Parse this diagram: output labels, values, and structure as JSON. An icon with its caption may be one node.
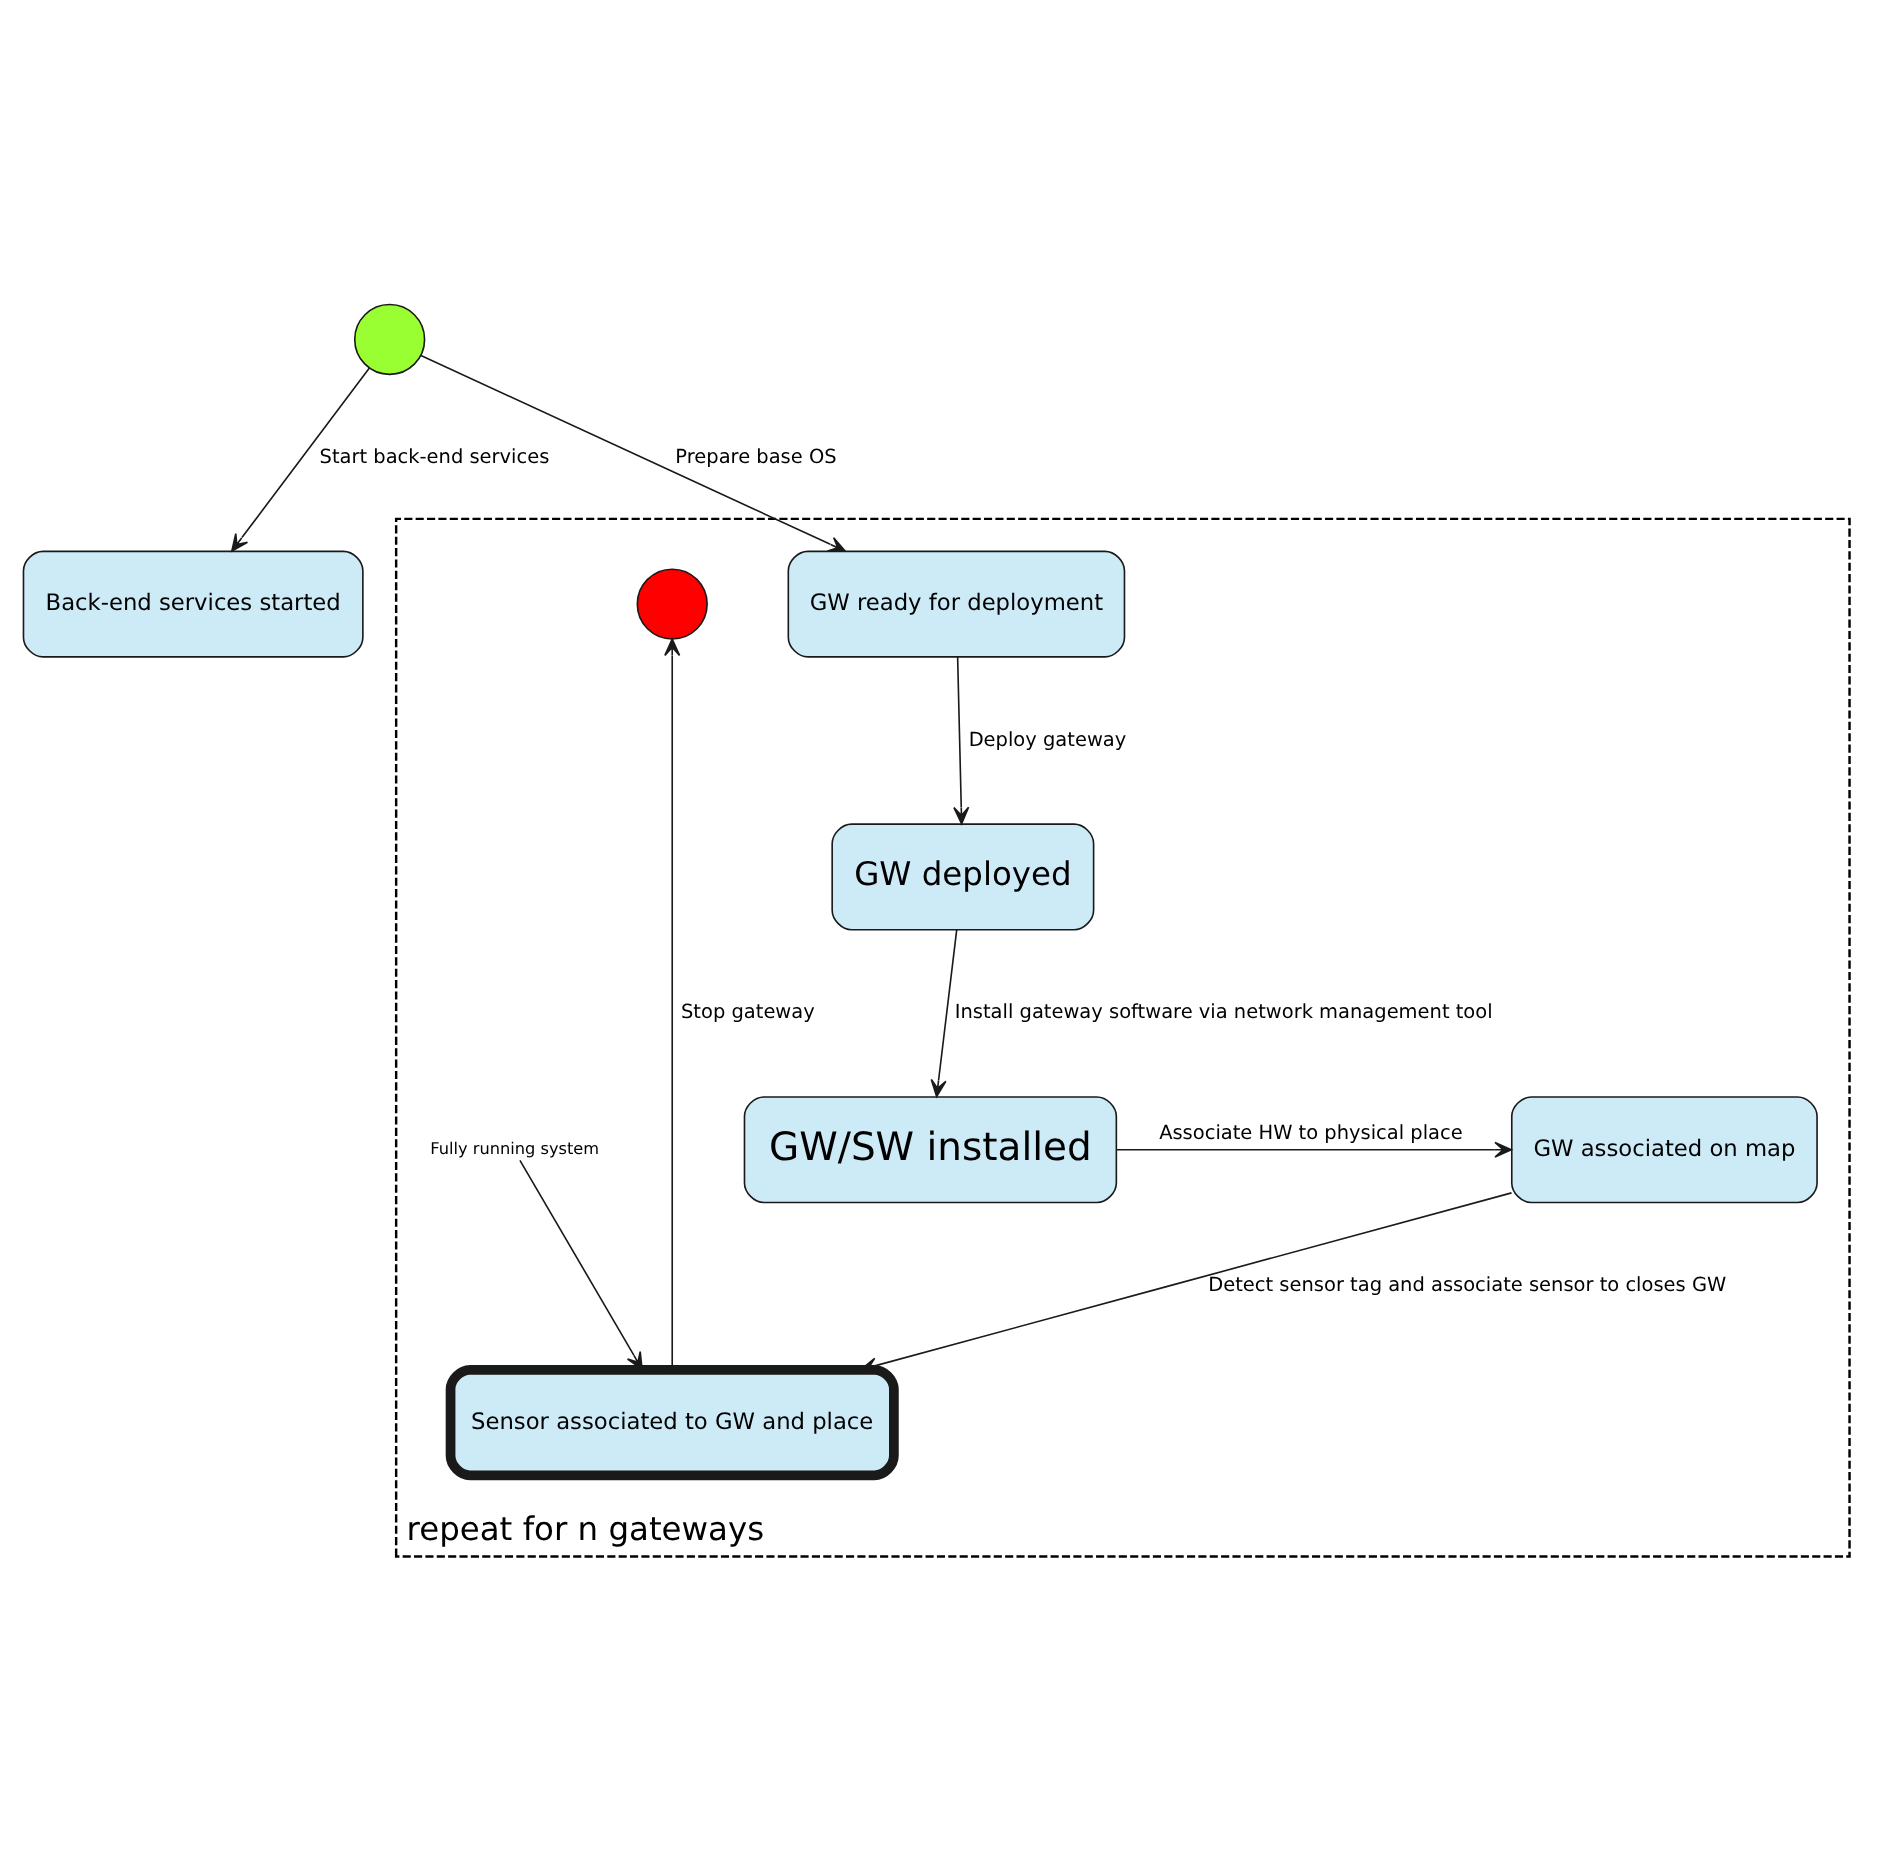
{
  "diagram": {
    "nodes": [
      {
        "text": [],
        "shape": "circle"
      },
      {
        "text": [
          "Back-end services started"
        ]
      },
      {
        "text": [
          "repeat for n gateways"
        ]
      },
      {
        "text": [
          "GW ready for deployment"
        ],
        "in": 2
      },
      {
        "text": [],
        "shape": "circle",
        "in": 2
      },
      {
        "text": [
          "Fully running system"
        ],
        "in": 2
      },
      {
        "text": [
          "GW deployed"
        ],
        "in": 2
      },
      {
        "text": [
          "Sensor associated to GW and place"
        ],
        "in": 2
      },
      {
        "text": [
          "GW/SW installed"
        ],
        "in": 2
      },
      {
        "text": [
          "GW associated on map"
        ],
        "in": 2
      }
    ],
    "edges": [
      {
        "from": 0,
        "to": 1,
        "arrow": "to",
        "label": "Start back-end services"
      },
      {
        "from": 0,
        "to": 3,
        "arrow": "to",
        "label": "Prepare base OS"
      },
      {
        "from": 3,
        "to": 6,
        "arrow": "to",
        "label": "Deploy gateway"
      },
      {
        "from": 6,
        "to": 8,
        "arrow": "to",
        "label": "Install gateway software via network management tool"
      },
      {
        "from": 8,
        "to": 9,
        "arrow": "to",
        "label": "Associate HW to physical place"
      },
      {
        "from": 9,
        "to": 7,
        "arrow": "to",
        "label": "Detect sensor tag and associate sensor to closes GW"
      },
      {
        "from": 7,
        "to": 4,
        "arrow": "to",
        "label": "Stop gateway"
      },
      {
        "from": 5,
        "to": 7,
        "arrow": "to"
      }
    ]
  }
}
